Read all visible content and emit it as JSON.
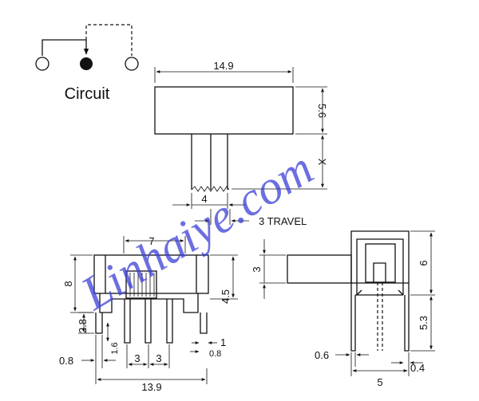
{
  "circuit": {
    "label": "Circuit"
  },
  "dimensions": {
    "top_width": "14.9",
    "top_height": "5.6",
    "stem_x": "X",
    "stem_width": "4",
    "travel": "3 TRAVEL",
    "front_width_7": "7",
    "front_height_8": "8",
    "front_4_5": "4.5",
    "front_2_8": "2.8",
    "front_1_6": "1.6",
    "front_0_8_left": "0.8",
    "front_pitch_a": "3",
    "front_pitch_b": "3",
    "front_1": "1",
    "front_0_8_right": "0.8",
    "front_total": "13.9",
    "side_3": "3",
    "side_6": "6",
    "side_5_3": "5.3",
    "side_0_6": "0.6",
    "side_5": "5",
    "side_0_4": "0.4"
  },
  "watermark": {
    "text": "Linhaiye.com"
  },
  "colors": {
    "line": "#111111",
    "watermark": "#3b3fd6",
    "background": "#ffffff"
  }
}
